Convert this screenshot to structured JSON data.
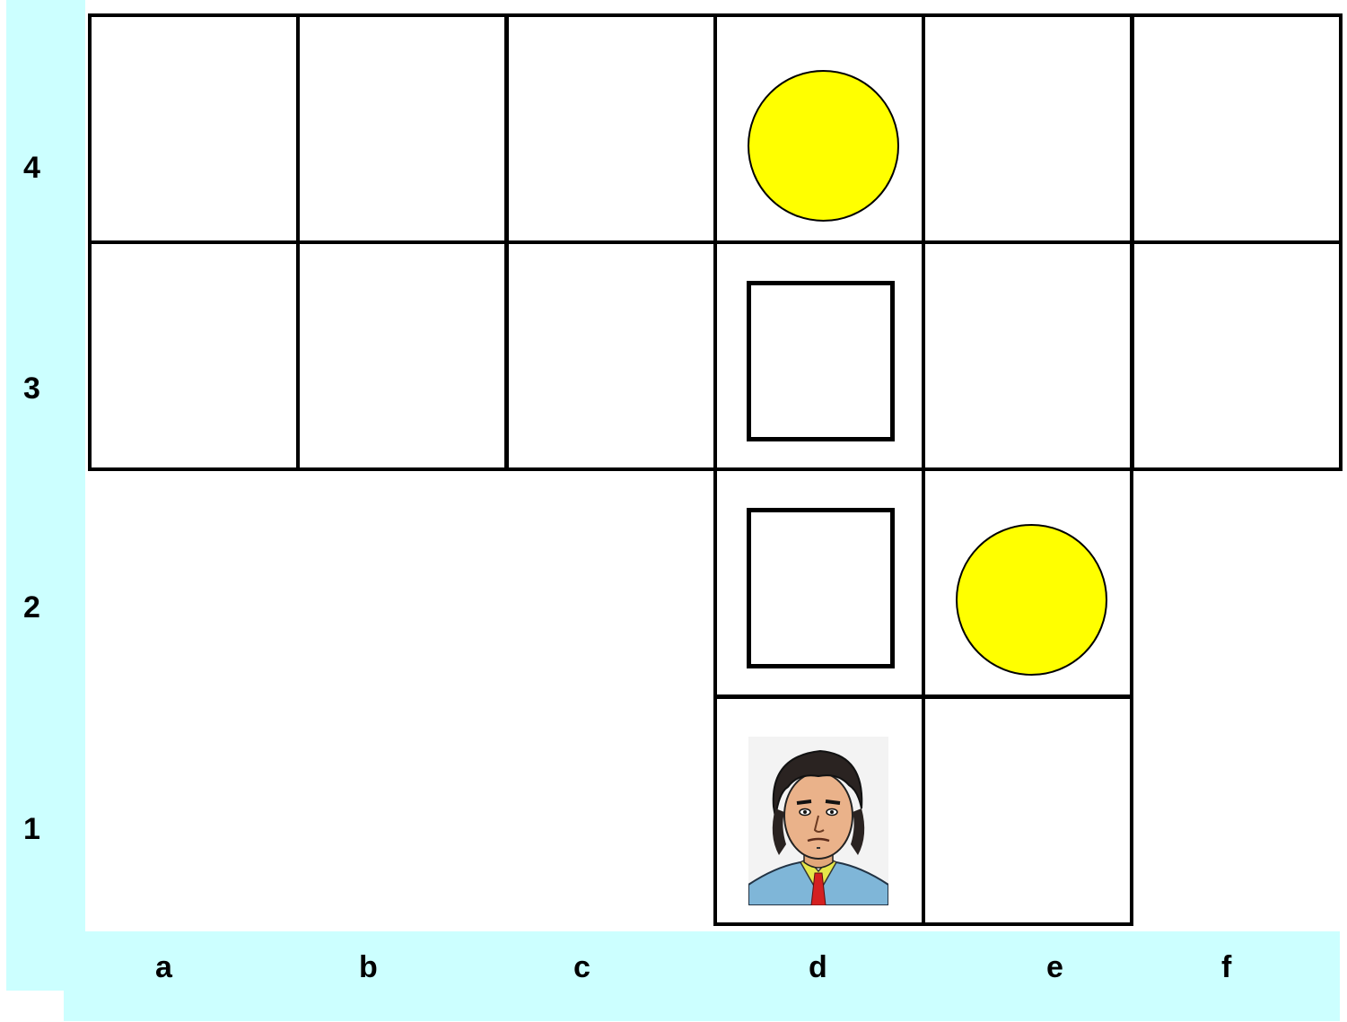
{
  "board": {
    "columns": [
      "a",
      "b",
      "c",
      "d",
      "e",
      "f"
    ],
    "rows": [
      "4",
      "3",
      "2",
      "1"
    ],
    "cells": [
      "a4",
      "b4",
      "c4",
      "d4",
      "e4",
      "f4",
      "a3",
      "b3",
      "c3",
      "d3",
      "e3",
      "f3",
      "d2",
      "e2",
      "d1",
      "e1"
    ],
    "pieces": [
      {
        "square": "d4",
        "kind": "coin",
        "icon": "yellow-circle-icon",
        "color": "#ffff00"
      },
      {
        "square": "d3",
        "kind": "block",
        "icon": "checkered-block-icon"
      },
      {
        "square": "d2",
        "kind": "block",
        "icon": "checkered-block-icon"
      },
      {
        "square": "e2",
        "kind": "coin",
        "icon": "yellow-circle-icon",
        "color": "#ffff00"
      },
      {
        "square": "d1",
        "kind": "player",
        "icon": "man-portrait-icon"
      }
    ]
  },
  "colors": {
    "label_band": "#ccffff",
    "coin": "#ffff00",
    "grid_line": "#000000"
  }
}
